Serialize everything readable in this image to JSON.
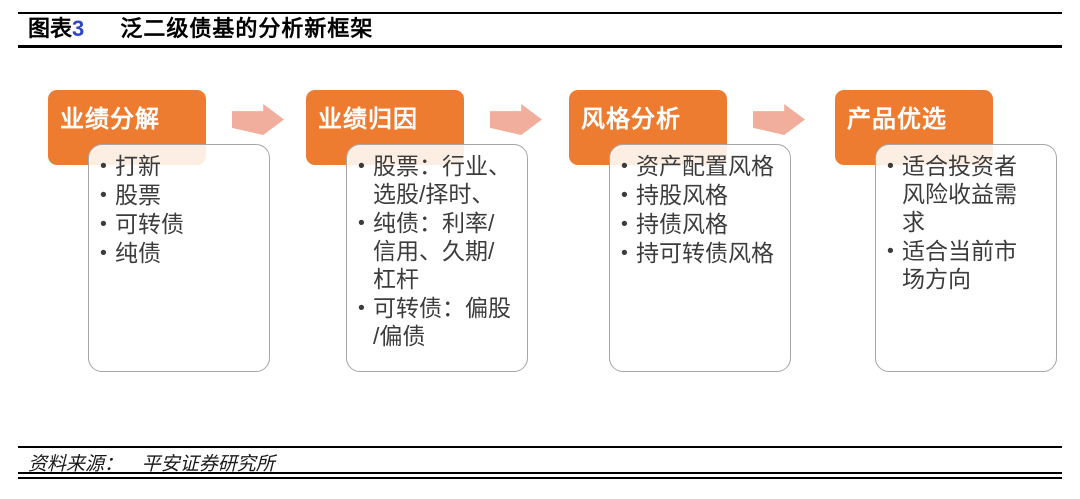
{
  "figure": {
    "label_prefix": "图表",
    "label_number": "3",
    "title": "泛二级债基的分析新框架"
  },
  "steps": [
    {
      "header": "业绩分解",
      "bullets": [
        "打新",
        "股票",
        "可转债",
        "纯债"
      ]
    },
    {
      "header": "业绩归因",
      "bullets": [
        "股票：行业、\n选股/择时、",
        "纯债：利率/\n信用、久期/\n杠杆",
        "可转债：偏股\n/偏债"
      ]
    },
    {
      "header": "风格分析",
      "bullets": [
        "资产配置风格",
        "持股风格",
        "持债风格",
        "持可转债风格"
      ]
    },
    {
      "header": "产品优选",
      "bullets": [
        "适合投资者\n风险收益需\n求",
        "适合当前市\n场方向"
      ]
    }
  ],
  "source": {
    "label": "资料来源：",
    "text": "平安证券研究所"
  },
  "colors": {
    "header_bg": "#ED7C31",
    "arrow": "#F2AE9C",
    "box_border": "#A6A6A6",
    "body_text": "#3C3C3C",
    "label_number": "#2F45C5"
  }
}
